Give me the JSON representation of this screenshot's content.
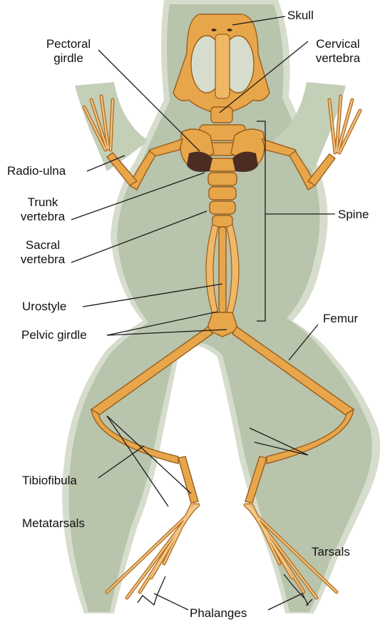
{
  "labels": {
    "skull": "Skull",
    "pectoral_girdle": "Pectoral\ngirdle",
    "cervical_vertebra": "Cervical\nvertebra",
    "radio_ulna": "Radio-ulna",
    "trunk_vertebra": "Trunk\nvertebra",
    "spine": "Spine",
    "sacral_vertebra": "Sacral\nvertebra",
    "urostyle": "Urostyle",
    "pelvic_girdle": "Pelvic girdle",
    "femur": "Femur",
    "tibiofibula": "Tibiofibula",
    "metatarsals": "Metatarsals",
    "tarsals": "Tarsals",
    "phalanges": "Phalanges"
  },
  "colors": {
    "body_fill": "#b8c4ab",
    "body_edge": "#d7decf",
    "bone": "#e8a64b",
    "bone_dark": "#9a5d1b"
  }
}
